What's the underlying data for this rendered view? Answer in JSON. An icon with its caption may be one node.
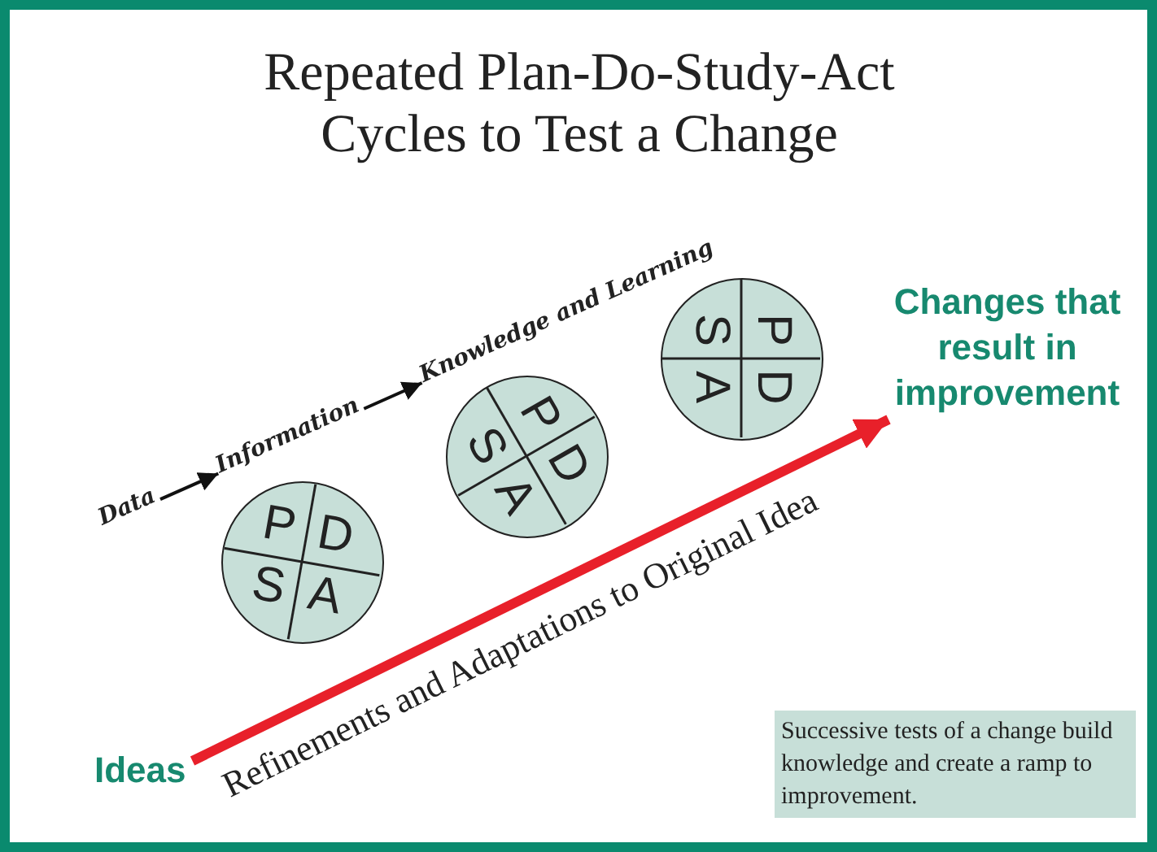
{
  "diagram": {
    "title": "Repeated Plan-Do-Study-Act Cycles to Test a Change",
    "nodes": [
      {
        "text": [
          "Data"
        ]
      },
      {
        "text": [
          "Information"
        ]
      },
      {
        "text": [
          "Knowledge and Learning"
        ]
      },
      {
        "text": [
          "Ideas"
        ]
      },
      {
        "text": [
          "Changes that result in improvement"
        ]
      },
      {
        "text": [
          "P",
          "D",
          "S",
          "A"
        ]
      },
      {
        "text": [
          "P",
          "D",
          "S",
          "A"
        ]
      },
      {
        "text": [
          "P",
          "D",
          "S",
          "A"
        ]
      },
      {
        "text": [
          "Successive tests of a change build knowledge and create a ramp to improvement."
        ]
      }
    ],
    "edges": [
      {
        "from": 0,
        "to": 1,
        "arrow": "to"
      },
      {
        "from": 1,
        "to": 2,
        "arrow": "to"
      },
      {
        "from": 3,
        "to": 4,
        "arrow": "to",
        "label": "Refinements and Adaptations to Original Idea",
        "style": "thick",
        "color": "#e8202a"
      }
    ]
  }
}
